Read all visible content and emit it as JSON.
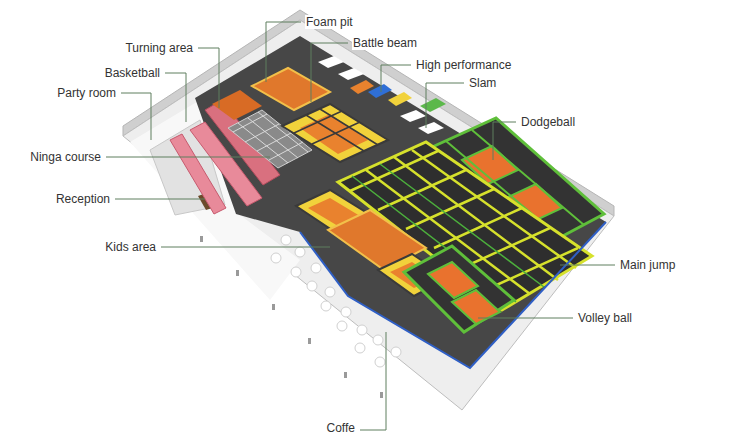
{
  "diagram": {
    "labels": [
      "Foam pit",
      "Battle beam",
      "Turning area",
      "High performance",
      "Basketball",
      "Slam",
      "Party room",
      "Dodgeball",
      "Ninga course",
      "Reception",
      "Kids area",
      "Main jump",
      "Volley ball",
      "Coffe"
    ]
  }
}
